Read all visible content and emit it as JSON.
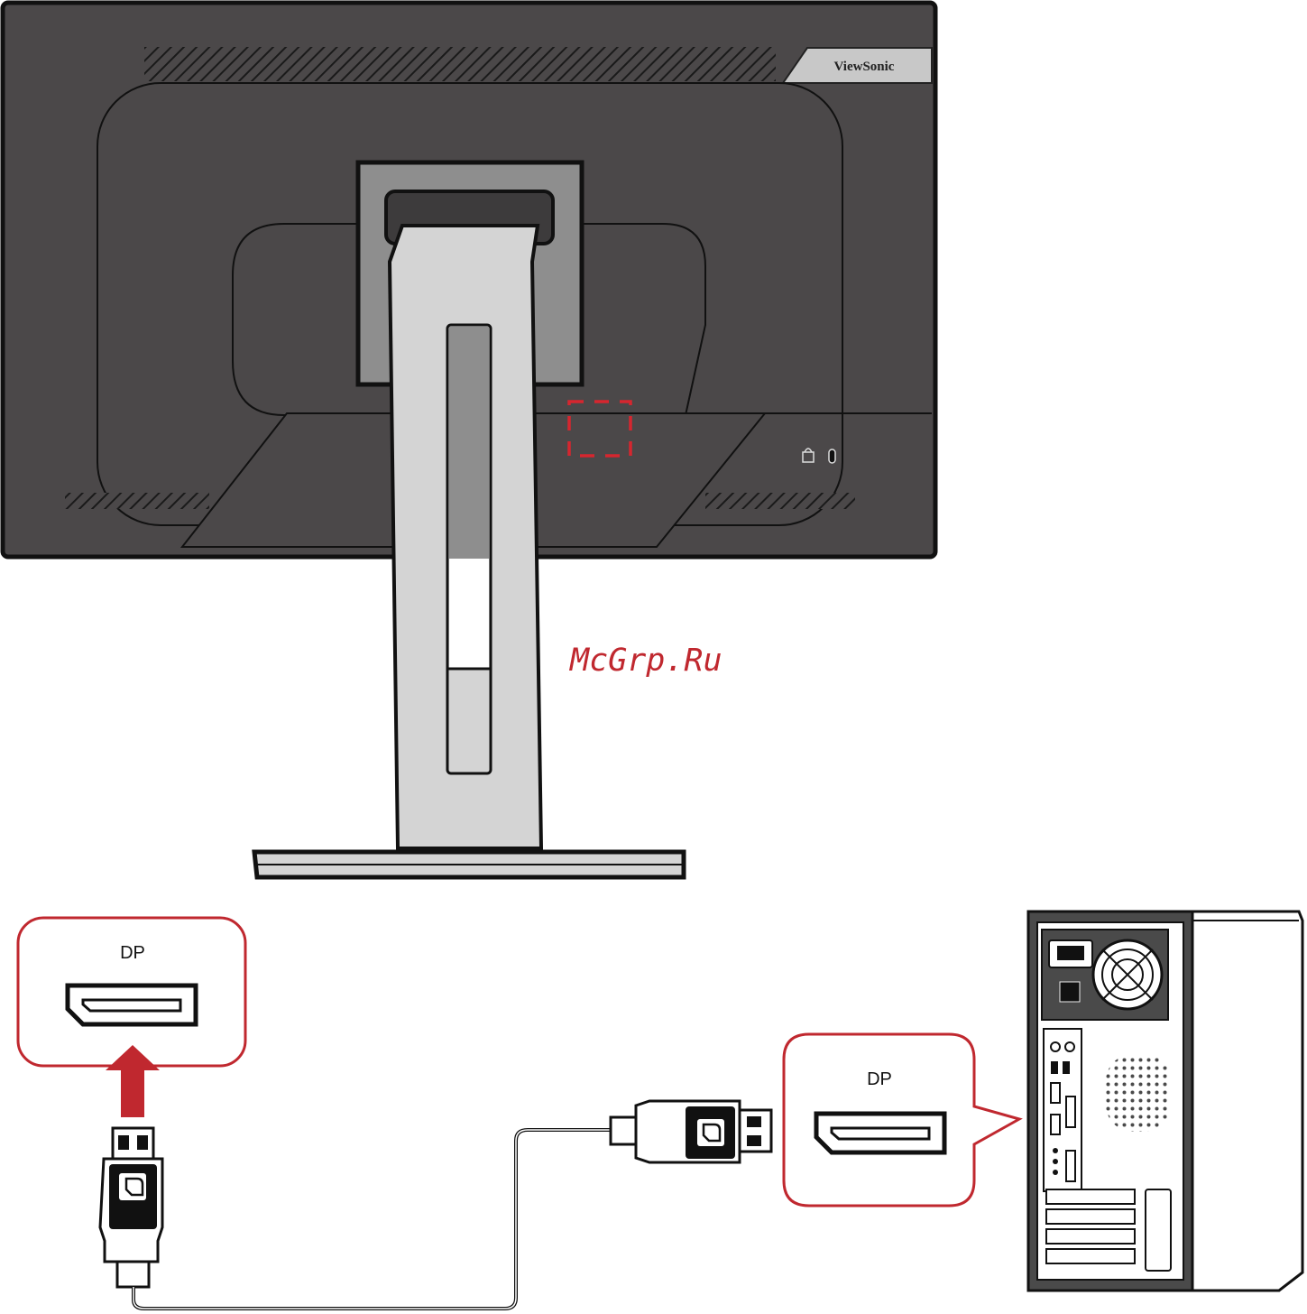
{
  "monitor": {
    "brand": "ViewSonic"
  },
  "watermark": {
    "text": "McGrp.Ru"
  },
  "callout_left": {
    "label": "DP"
  },
  "callout_right": {
    "label": "DP"
  },
  "colors": {
    "monitor_body": "#4b4849",
    "stand": "#d4d4d4",
    "accent_red": "#c0282f",
    "highlight_dash": "#d6262f"
  }
}
